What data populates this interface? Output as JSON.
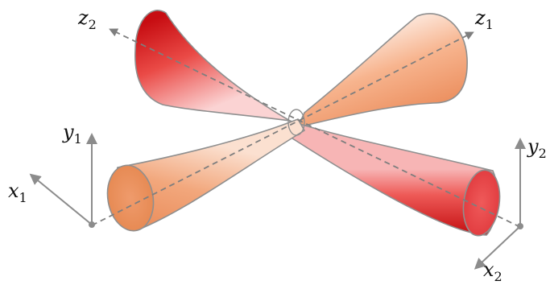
{
  "labels": {
    "z2": {
      "base": "z",
      "sub": "2"
    },
    "z1": {
      "base": "z",
      "sub": "1"
    },
    "y1": {
      "base": "y",
      "sub": "1"
    },
    "x1": {
      "base": "x",
      "sub": "1"
    },
    "y2": {
      "base": "y",
      "sub": "2"
    },
    "x2": {
      "base": "x",
      "sub": "2"
    }
  },
  "colors": {
    "beam1_body": "#ef9a6e",
    "beam1_light": "#fbd9c6",
    "beam2_body": "#e53a3a",
    "beam2_dark": "#c40f14",
    "beam2_light": "#fde3e3",
    "axis_gray": "#8c8c8c"
  }
}
